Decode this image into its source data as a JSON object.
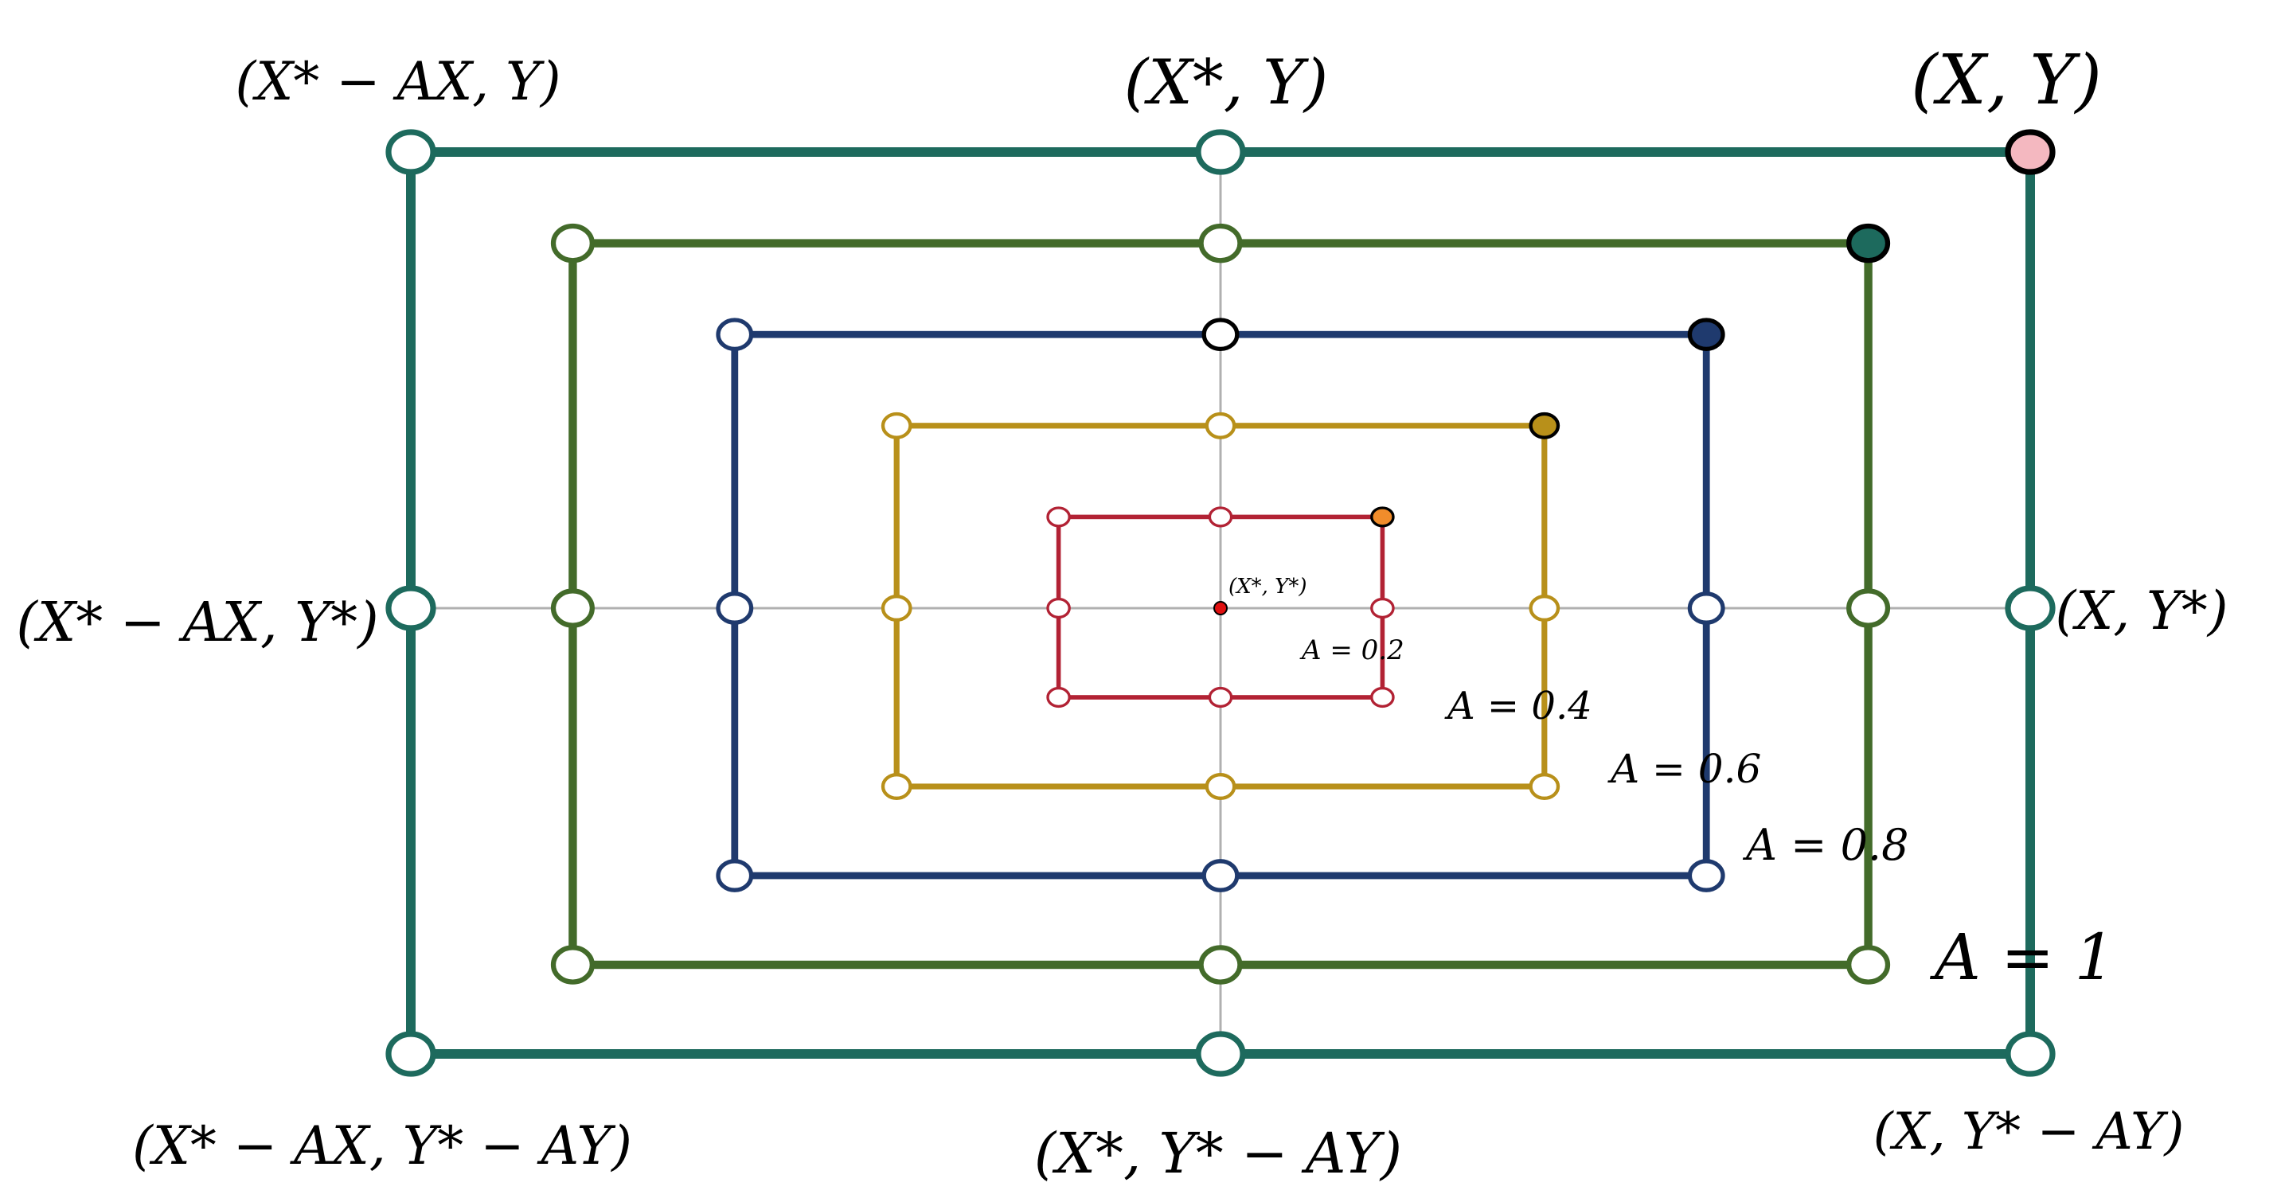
{
  "corner_labels": {
    "top_left": "(X* − AX, Y)",
    "top_center": "(X*, Y)",
    "top_right": "(X, Y)",
    "middle_left": "(X* − AX, Y*)",
    "middle_right": "(X, Y*)",
    "bottom_left": "(X* − AX, Y* − AY)",
    "bottom_center": "(X*, Y* − AY)",
    "bottom_right": "(X, Y* − AY)",
    "center": "(X*, Y*)"
  },
  "rectangles": [
    {
      "a": 0.2,
      "label": "A = 0.2",
      "color": "#b22234",
      "corner_fill": "#f08c2b"
    },
    {
      "a": 0.4,
      "label": "A = 0.4",
      "color": "#b8901a",
      "corner_fill": "#b8901a"
    },
    {
      "a": 0.6,
      "label": "A = 0.6",
      "color": "#1f3a6e",
      "corner_fill": "#1f3a6e"
    },
    {
      "a": 0.8,
      "label": "A = 0.8",
      "color": "#436b2a",
      "corner_fill": "#1d6a5d"
    },
    {
      "a": 1,
      "label": "A = 1",
      "color": "#1d6a5d",
      "corner_fill": "#f4b8c0"
    }
  ],
  "axis_color": "#b0b0b0",
  "center_point_color": "#e01010"
}
